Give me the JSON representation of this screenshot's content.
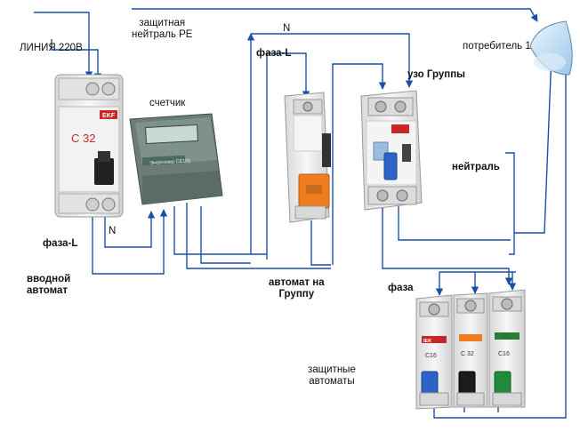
{
  "labels": {
    "line_220": "ЛИНИЯ 220В",
    "protective_neutral": "защитная\nнейтраль РЕ",
    "n_top": "N",
    "phase_l_top": "фаза-L",
    "consumer": "потребитель 1",
    "rcd_group": "узо Группы",
    "meter": "счетчик",
    "neutral": "нейтраль",
    "n_mid": "N",
    "phase_l_left": "фаза-L",
    "input_breaker": "вводной\nавтомат",
    "group_breaker": "автомат на\nГруппу",
    "phase": "фаза",
    "protective_breakers": "защитные\nавтоматы"
  },
  "device_text": {
    "input_brand": "EKF",
    "input_rating": "C 32",
    "meter_brand": "Энергомер СЕ101",
    "breaker_1_brand": "IEK",
    "breaker_1_rating": "C16",
    "breaker_2_rating": "C 32",
    "breaker_3_rating": "C16"
  },
  "colors": {
    "wire": "#1a4fa8",
    "device_body": "#ececec",
    "meter_body": "#5a6a66",
    "orange_toggle": "#ee7d1f",
    "blue_toggle": "#2b63c6"
  }
}
